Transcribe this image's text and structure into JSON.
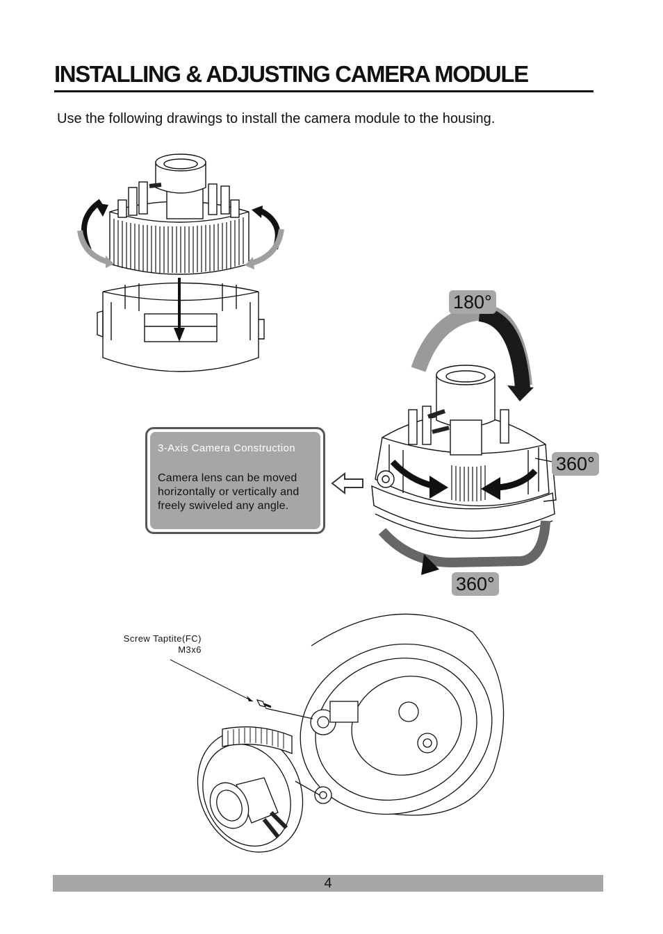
{
  "heading": "INSTALLING & ADJUSTING CAMERA MODULE",
  "intro_text": "Use the following drawings to install the camera module to the housing.",
  "angles": {
    "tilt": "180°",
    "pan": "360°",
    "rotate": "360°"
  },
  "callout": {
    "title": "3-Axis Camera Construction",
    "lines": [
      "Camera lens can be moved",
      "horizontally or vertically and",
      "freely swiveled any angle."
    ]
  },
  "screw_label": {
    "line1": "Screw Taptite(FC)",
    "line2": "M3x6"
  },
  "page_number": "4"
}
